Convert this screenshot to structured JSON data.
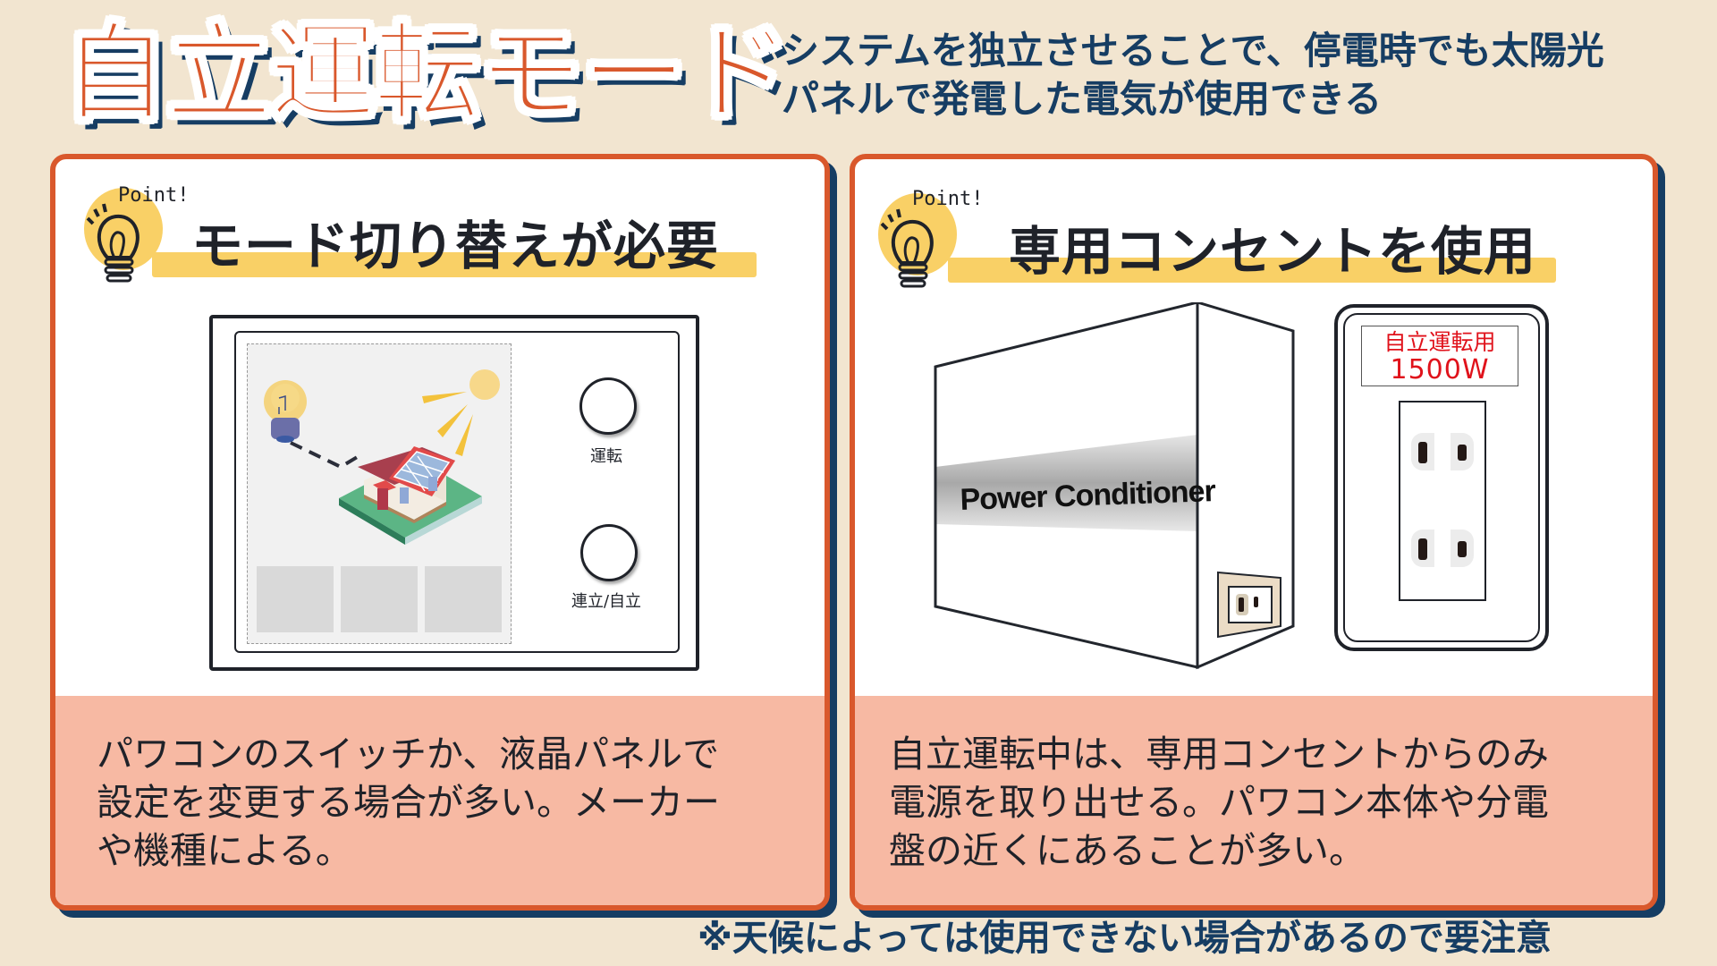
{
  "header": {
    "title": "自立運転モード",
    "subtitle_lines": [
      "システムを独立させることで、停電時でも太陽光",
      "パネルで発電した電気が使用できる"
    ]
  },
  "cards": [
    {
      "point_label": "Point!",
      "heading": "モード切り替えが必要",
      "illustration": {
        "type": "power-conditioner-control-panel",
        "buttons": [
          {
            "label": "運転"
          },
          {
            "label": "連立/自立"
          }
        ],
        "lcd_slots": 3
      },
      "description_lines": [
        "パワコンのスイッチか、液晶パネルで",
        "設定を変更する場合が多い。メーカー",
        "や機種による。"
      ]
    },
    {
      "point_label": "Point!",
      "heading": "専用コンセントを使用",
      "illustration": {
        "type": "power-conditioner-and-outlet",
        "device_label": "Power Conditioner",
        "outlet_tag_line1": "自立運転用",
        "outlet_tag_line2": "1500W"
      },
      "description_lines": [
        "自立運転中は、専用コンセントからのみ",
        "電源を取り出せる。パワコン本体や分電",
        "盤の近くにあることが多い。"
      ]
    }
  ],
  "footnote": "※天候によっては使用できない場合があるので要注意",
  "colors": {
    "background": "#f2e5d0",
    "accent_orange": "#d9582c",
    "navy": "#163d63",
    "highlight_yellow": "#f9d066",
    "description_bg": "#f7b9a3",
    "outlet_tag_red": "#e0121b"
  }
}
